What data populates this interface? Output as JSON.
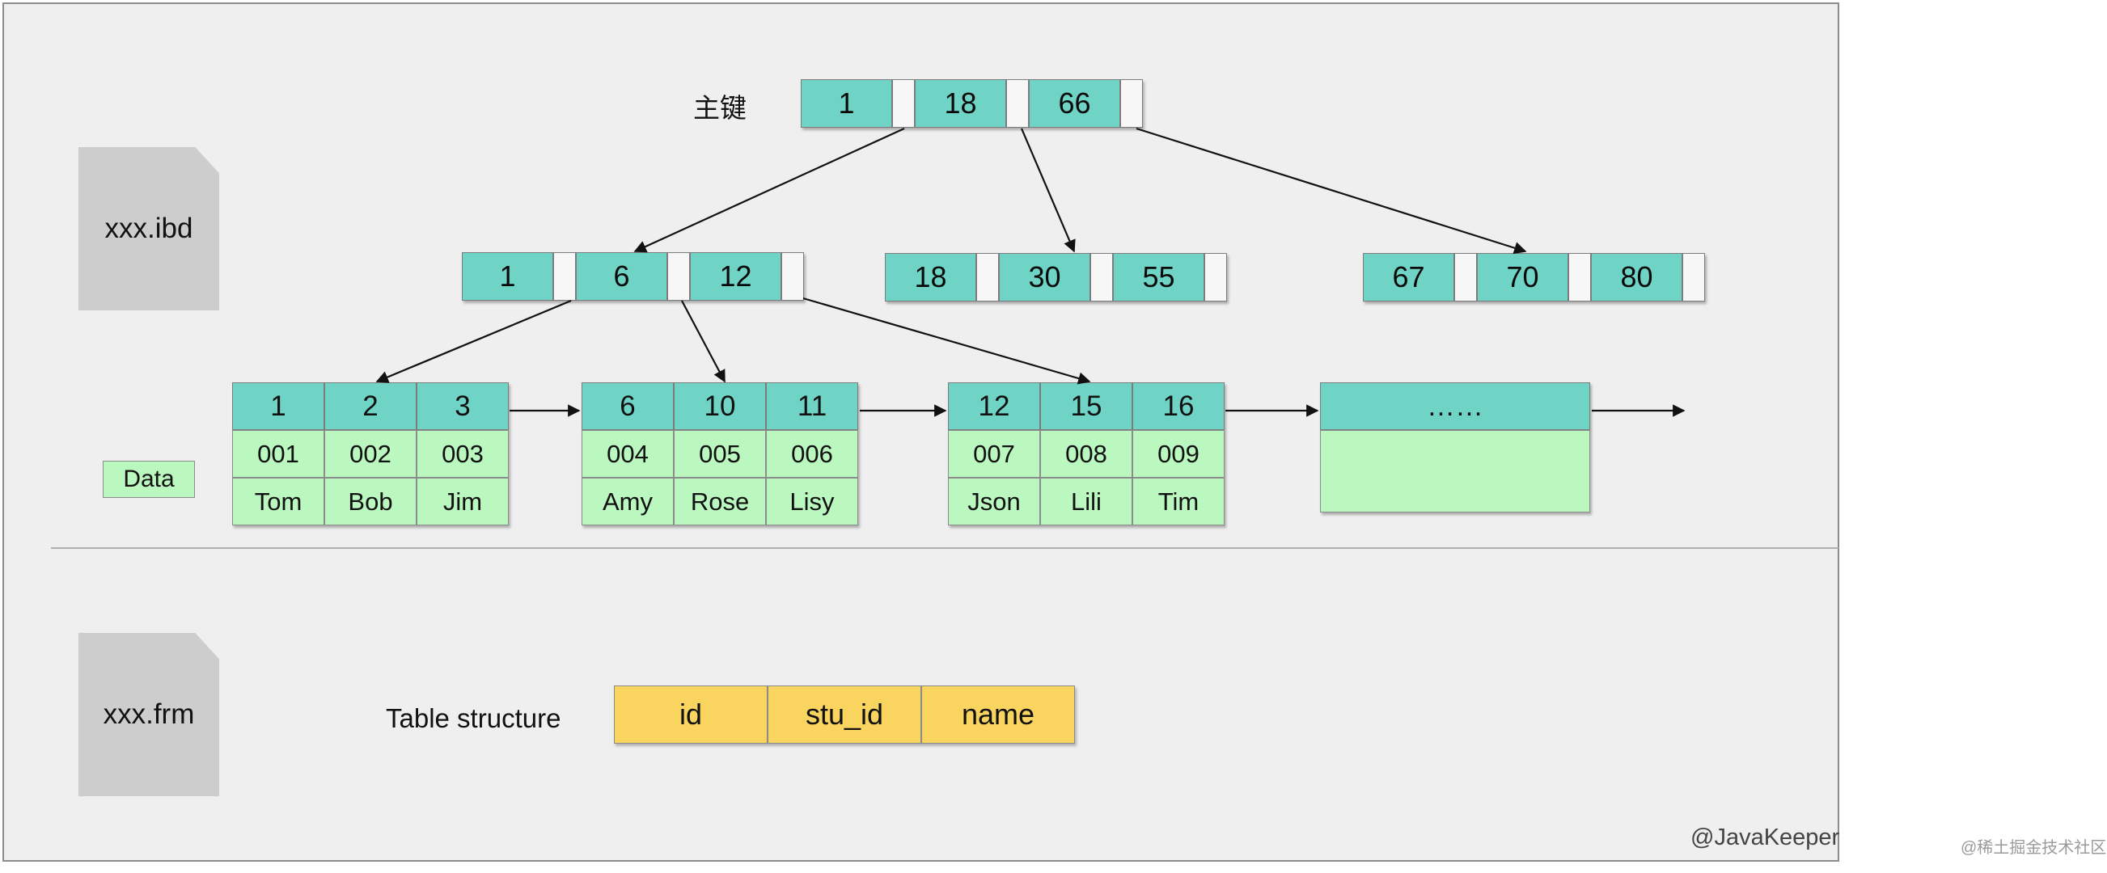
{
  "files": {
    "ibd": "xxx.ibd",
    "frm": "xxx.frm"
  },
  "labels": {
    "primary_key": "主键",
    "data": "Data",
    "table_structure": "Table structure",
    "watermark": "@JavaKeeper",
    "watermark_site": "@稀土掘金技术社区"
  },
  "root": {
    "keys": [
      "1",
      "18",
      "66"
    ]
  },
  "internal": [
    {
      "keys": [
        "1",
        "6",
        "12"
      ]
    },
    {
      "keys": [
        "18",
        "30",
        "55"
      ]
    },
    {
      "keys": [
        "67",
        "70",
        "80"
      ]
    }
  ],
  "leaves": [
    {
      "rows": [
        {
          "id": "1",
          "stu_id": "001",
          "name": "Tom"
        },
        {
          "id": "2",
          "stu_id": "002",
          "name": "Bob"
        },
        {
          "id": "3",
          "stu_id": "003",
          "name": "Jim"
        }
      ]
    },
    {
      "rows": [
        {
          "id": "6",
          "stu_id": "004",
          "name": "Amy"
        },
        {
          "id": "10",
          "stu_id": "005",
          "name": "Rose"
        },
        {
          "id": "11",
          "stu_id": "006",
          "name": "Lisy"
        }
      ]
    },
    {
      "rows": [
        {
          "id": "12",
          "stu_id": "007",
          "name": "Json"
        },
        {
          "id": "15",
          "stu_id": "008",
          "name": "Lili"
        },
        {
          "id": "16",
          "stu_id": "009",
          "name": "Tim"
        }
      ]
    }
  ],
  "leaf_more": "……",
  "table_fields": [
    "id",
    "stu_id",
    "name"
  ],
  "colors": {
    "key_fill": "#6fd3c6",
    "data_fill": "#bbf8c0",
    "field_fill": "#f9d45e",
    "file_fill": "#cdcdcd",
    "panel_fill": "#efefef"
  }
}
